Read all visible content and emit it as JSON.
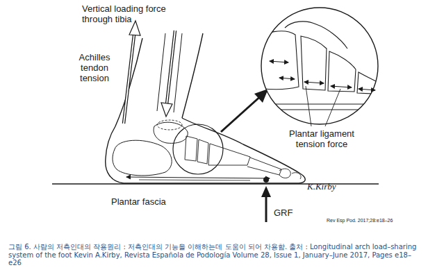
{
  "diagram": {
    "caption": "그림 6. 사람의 저측인대의 작용원리 : 저측인대의 기능을 이해하는데 도움이 되어 차용함. 출처 : Longitudinal arch load–sharing system of the foot Kevin A.Kirby, Revista Española de Podología Volume 28, Issue 1, January–June 2017, Pages e18–e26",
    "labels": [
      "Vertical loading force through tibia",
      "Achilles tendon tension",
      "Plantar ligament tension force",
      "Plantar fascia",
      "GRF",
      "K.Kirby",
      "Rev Esp Pod. 2017;28:e18–26"
    ]
  }
}
